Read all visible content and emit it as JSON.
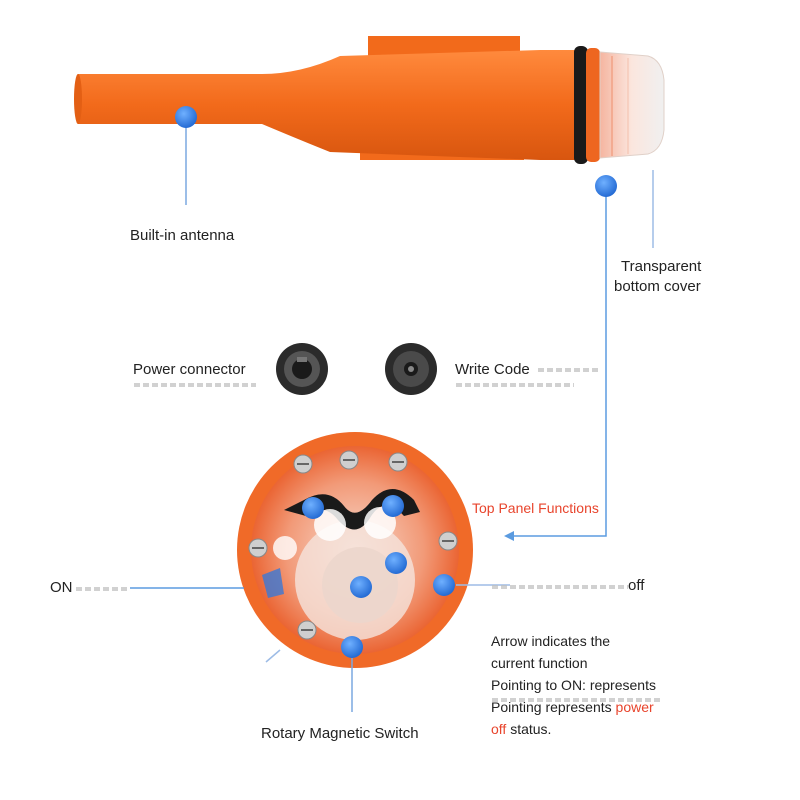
{
  "labels": {
    "antenna": "Built-in antenna",
    "cover_line1": "Transparent",
    "cover_line2": "bottom cover",
    "power": "Power connector",
    "write": "Write Code",
    "top_panel": "Top Panel Functions",
    "on": "ON",
    "off": "off",
    "rotary": "Rotary Magnetic Switch"
  },
  "description": {
    "line1": "Arrow indicates the",
    "line2": "current function",
    "line3": "Pointing to ON: represents",
    "line4_pre": "Pointing",
    "line4_mid": "represents",
    "line4_red": "power",
    "line5_red": "off",
    "line5_post": "status."
  },
  "colors": {
    "orange": "#f26a1b",
    "orange_dark": "#d8560f",
    "callout_blue": "#2f7fe0",
    "leader_blue": "#5b9be0",
    "accent_red": "#e8442c"
  }
}
